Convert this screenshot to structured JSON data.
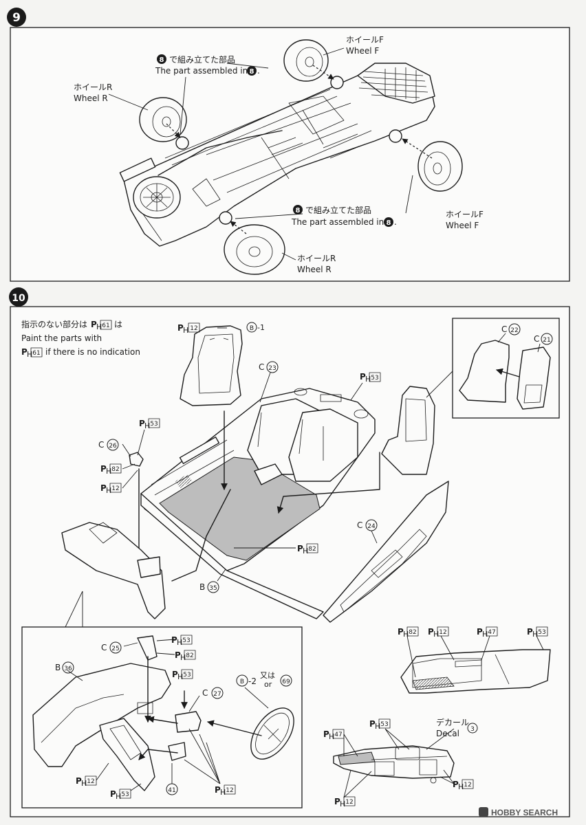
{
  "step9": {
    "number": "9",
    "callouts": {
      "wheel_f_top": {
        "jp": "ホイールF",
        "en": "Wheel F"
      },
      "wheel_r_left": {
        "jp": "ホイールR",
        "en": "Wheel R"
      },
      "assembled_top": {
        "num": "8",
        "jp": "で組み立てた部品",
        "en": "The part assembled in",
        "en_num": "8",
        "period": "."
      },
      "assembled_bottom": {
        "num": "8",
        "jp": "で組み立てた部品",
        "en": "The part assembled in",
        "en_num": "8",
        "period": "."
      },
      "wheel_f_right": {
        "jp": "ホイールF",
        "en": "Wheel F"
      },
      "wheel_r_bottom": {
        "jp": "ホイールR",
        "en": "Wheel R"
      }
    }
  },
  "step10": {
    "number": "10",
    "note": {
      "jp_prefix": "指示のない部分は",
      "en_line1": "Paint the parts with",
      "en_line2": "if there is no indication",
      "paint": "61"
    },
    "labels": {
      "seat_paint": "12",
      "seat_part": "B",
      "seat_part_suffix": "-1",
      "c23_letter": "C",
      "c23_num": "23",
      "rear_paint": "53",
      "c22_letter": "C",
      "c22_num": "22",
      "c21_letter": "C",
      "c21_num": "21",
      "lever_paint_top": "53",
      "c26_letter": "C",
      "c26_num": "26",
      "lever_paint_mid": "82",
      "lever_paint_bot": "12",
      "c24_letter": "C",
      "c24_num": "24",
      "floor_paint": "82",
      "b35_letter": "B",
      "b35_num": "35"
    },
    "dash_detail": {
      "c25_letter": "C",
      "c25_num": "25",
      "c25_paint1": "53",
      "c25_paint2": "82",
      "b36_letter": "B",
      "b36_num": "36",
      "console_paint": "53",
      "c27_letter": "C",
      "c27_num": "27",
      "wheel_part": "B",
      "wheel_part_suffix": "-2",
      "wheel_alt_jp": "又は",
      "wheel_alt_en": "or",
      "wheel_alt_num": "69",
      "paint_left": "12",
      "paint_bottom": "53",
      "part_41": "41",
      "paint_right": "12"
    },
    "door_detail": {
      "paint1": "82",
      "paint2": "12",
      "paint3": "47",
      "paint4": "53"
    },
    "dash_front": {
      "paint_top": "53",
      "decal_jp": "デカール",
      "decal_en": "Decal",
      "decal_num": "3",
      "paint_left": "47",
      "paint_right": "12",
      "paint_bottom": "12"
    }
  },
  "paint_prefix": "P",
  "paint_sub": "H",
  "watermark": "HOBBY SEARCH"
}
